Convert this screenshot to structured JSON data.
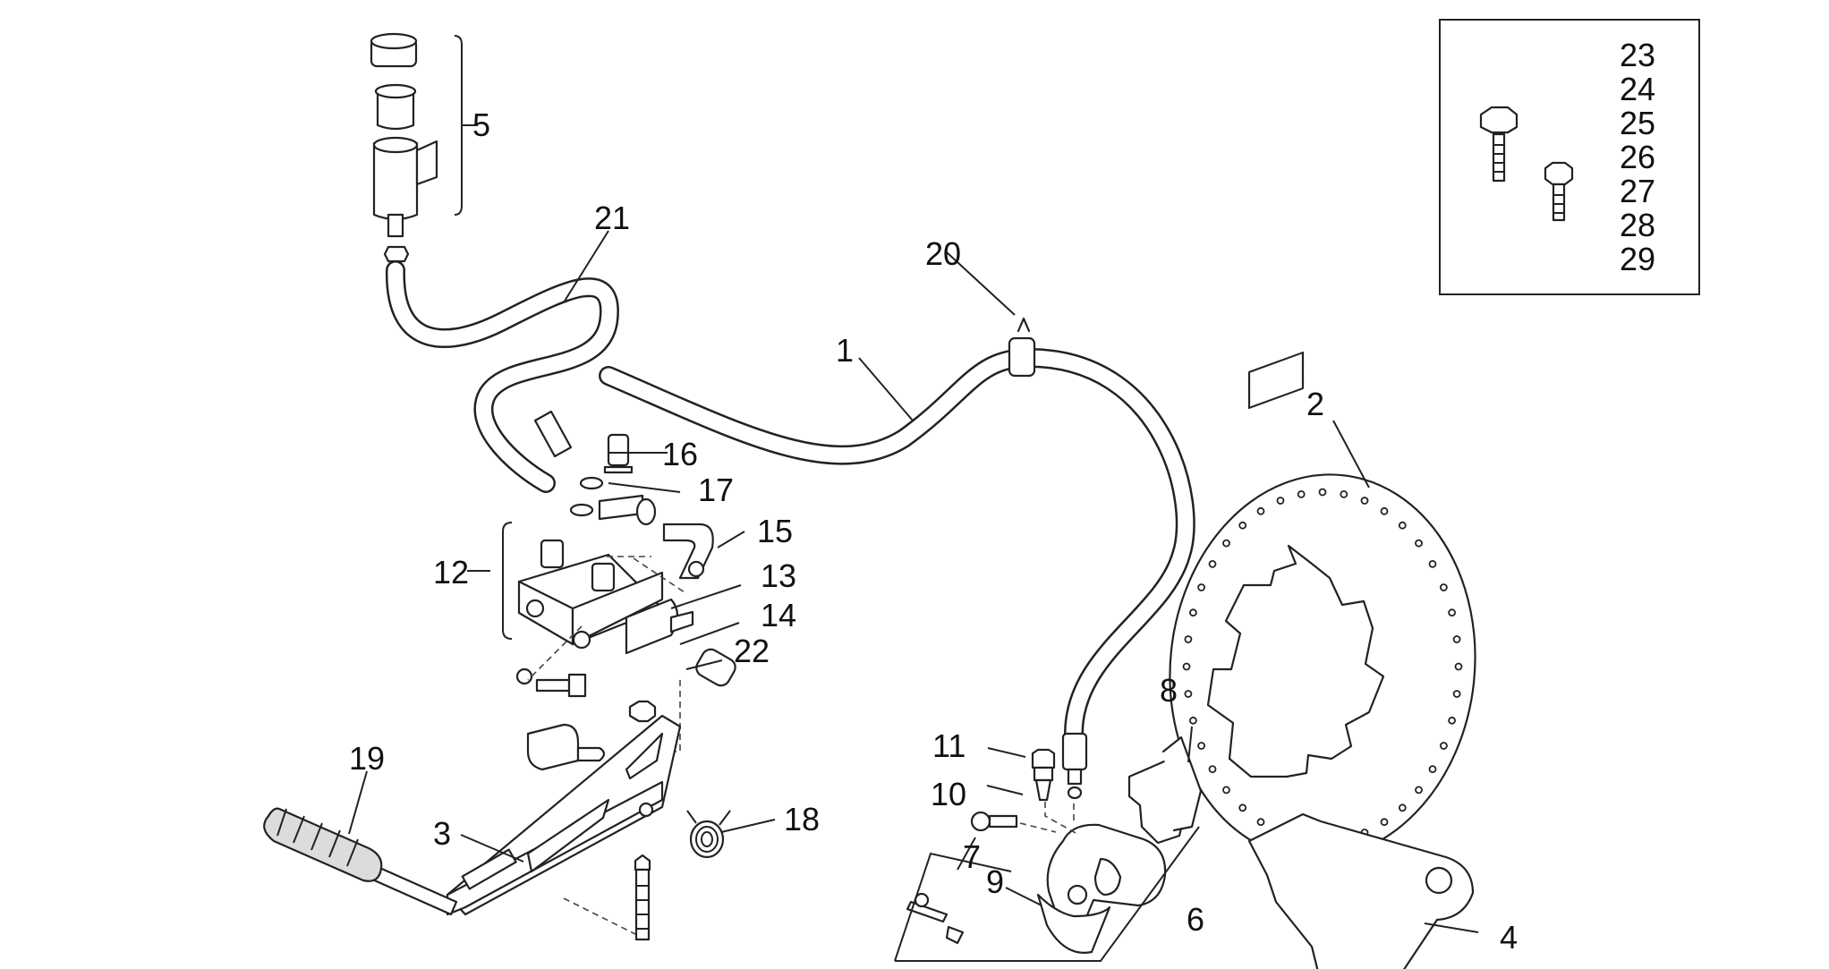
{
  "callouts": {
    "c1": "1",
    "c2": "2",
    "c3": "3",
    "c4": "4",
    "c5": "5",
    "c6": "6",
    "c7": "7",
    "c8": "8",
    "c9": "9",
    "c10": "10",
    "c11": "11",
    "c12": "12",
    "c13": "13",
    "c14": "14",
    "c15": "15",
    "c16": "16",
    "c17": "17",
    "c18": "18",
    "c19": "19",
    "c20": "20",
    "c21": "21",
    "c22": "22"
  },
  "legend": {
    "items": [
      "23",
      "24",
      "25",
      "26",
      "27",
      "28",
      "29"
    ]
  }
}
